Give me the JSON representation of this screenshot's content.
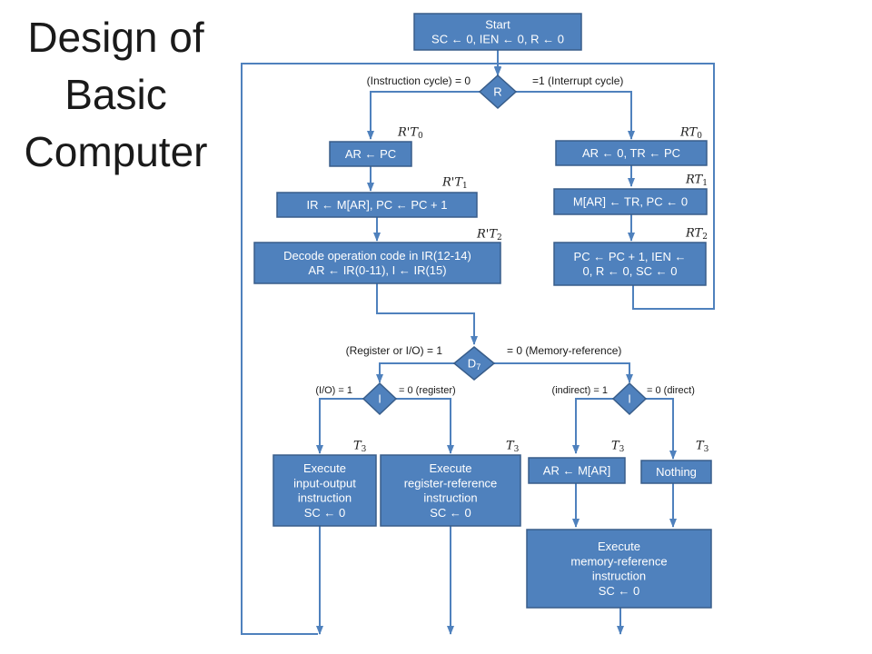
{
  "slide": {
    "title_lines": [
      "Design of",
      "Basic",
      "Computer"
    ]
  },
  "colors": {
    "box_fill": "#4f81bd",
    "box_stroke": "#385d8a",
    "arrow": "#4f81bd",
    "box_text": "#ffffff",
    "label_text": "#1a1a1a"
  },
  "nodes": {
    "start": [
      "Start",
      "SC ← 0, IEN ← 0, R ← 0"
    ],
    "decision_r": "R",
    "ar_pc": "AR ← PC",
    "ir_fetch": "IR ← M[AR], PC ← PC + 1",
    "decode": [
      "Decode operation code in IR(12-14)",
      "AR ← IR(0-11), I ← IR(15)"
    ],
    "int_ar_tr": "AR ← 0, TR ← PC",
    "int_mar": "M[AR] ← TR, PC ← 0",
    "int_pc": [
      "PC ← PC + 1, IEN ←",
      "0, R ← 0, SC ← 0"
    ],
    "decision_d7": {
      "main": "D",
      "sub": "7"
    },
    "decision_i_left": "I",
    "decision_i_right": "I",
    "exec_io": [
      "Execute",
      "input-output",
      "instruction",
      "SC ← 0"
    ],
    "exec_reg": [
      "Execute",
      "register-reference",
      "instruction",
      "SC ← 0"
    ],
    "ar_mar": "AR ← M[AR]",
    "nothing": "Nothing",
    "exec_mem": [
      "Execute",
      "memory-reference",
      "instruction",
      "SC ← 0"
    ]
  },
  "branch_labels": {
    "r_zero": "(Instruction cycle) = 0",
    "r_one": "=1 (Interrupt cycle)",
    "d7_one": "(Register or I/O) = 1",
    "d7_zero": "= 0 (Memory-reference)",
    "i_left_one": "(I/O) = 1",
    "i_left_zero": "= 0 (register)",
    "i_right_one": "(indirect) = 1",
    "i_right_zero": "= 0 (direct)"
  },
  "timing_labels": {
    "rt0": {
      "main": "R'T",
      "sub": "0"
    },
    "rt1": {
      "main": "R'T",
      "sub": "1"
    },
    "rt2": {
      "main": "R'T",
      "sub": "2"
    },
    "it0": {
      "main": "RT",
      "sub": "0"
    },
    "it1": {
      "main": "RT",
      "sub": "1"
    },
    "it2": {
      "main": "RT",
      "sub": "2"
    },
    "t3_io": {
      "main": "T",
      "sub": "3"
    },
    "t3_reg": {
      "main": "T",
      "sub": "3"
    },
    "t3_ind": {
      "main": "T",
      "sub": "3"
    },
    "t3_dir": {
      "main": "T",
      "sub": "3"
    }
  }
}
